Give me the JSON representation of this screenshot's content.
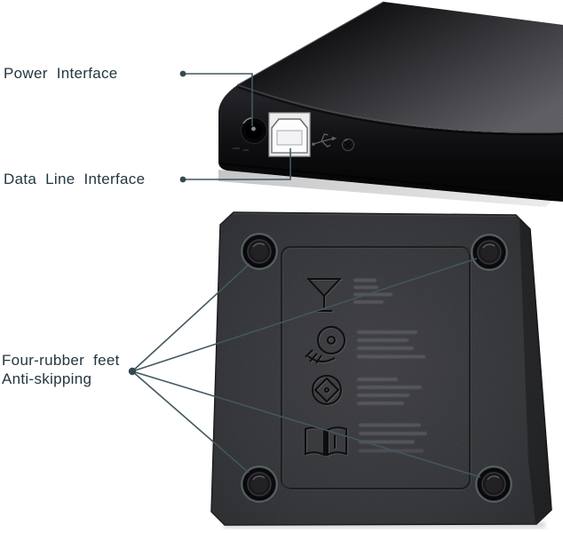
{
  "figure": {
    "background_color": "#ffffff",
    "annotation_text_color": "#24373f",
    "leader_line_color": "#42575f"
  },
  "annotations": {
    "power_label": "Power Interface",
    "data_line_label": "Data Line Interface",
    "feet_label_line1": "Four-rubber feet",
    "feet_label_line2": "Anti-skipping"
  },
  "top_photo": {
    "subject": "rear edge of black external optical drive",
    "ports": [
      {
        "name": "dc-power-jack"
      },
      {
        "name": "usb-b-port"
      },
      {
        "name": "usb-trident-symbol"
      },
      {
        "name": "case-screw"
      }
    ]
  },
  "bottom_photo": {
    "subject": "bottom shell of drive with four rubber feet",
    "feet_count": 4,
    "engraving_rows": [
      {
        "icon": "fragile-glass-icon",
        "text_lines": 4,
        "legible": false
      },
      {
        "icon": "hand-holding-disc-icon",
        "text_lines": 4,
        "legible": false
      },
      {
        "icon": "disc-icon",
        "text_lines": 4,
        "legible": false
      },
      {
        "icon": "open-book-icon",
        "text_lines": 4,
        "legible": false
      }
    ]
  }
}
